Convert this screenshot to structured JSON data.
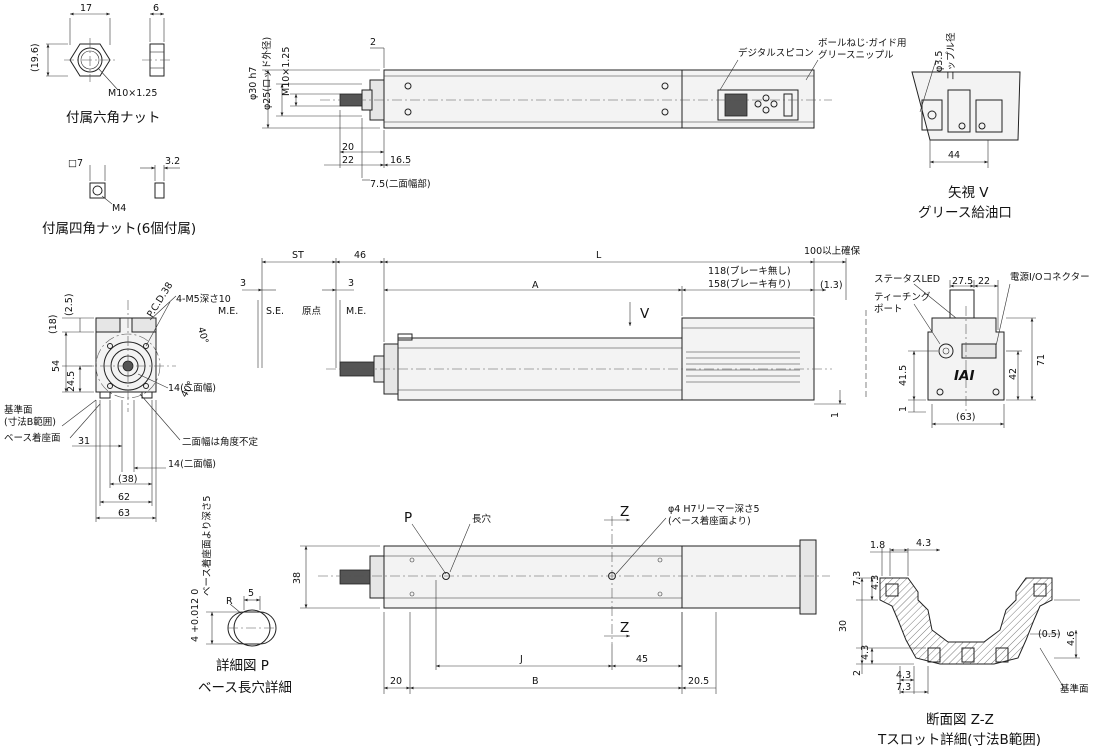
{
  "nut_hex": {
    "dim_width": "17",
    "dim_thickness": "6",
    "dim_height": "(19.6)",
    "thread": "M10×1.25",
    "caption": "付属六角ナット"
  },
  "nut_square": {
    "dim_size": "□7",
    "dim_thickness": "3.2",
    "thread": "M4",
    "caption": "付属四角ナット(6個付属)"
  },
  "top_view": {
    "dim_phi30": "φ30 h7",
    "dim_phi25": "φ25(ロッド外径)",
    "dim_m10": "M10×1.25",
    "dim_2": "2",
    "dim_20": "20",
    "dim_22": "22",
    "dim_16_5": "16.5",
    "dim_7_5": "7.5(二面幅部)",
    "label_spicon": "デジタルスピコン",
    "label_grease_1": "ボールねじ·ガイド用",
    "label_grease_2": "グリースニップル"
  },
  "view_v": {
    "dim_phi35": "φ3.5",
    "dim_nipple": "ニップル径",
    "dim_44": "44",
    "caption_1": "矢視 V",
    "caption_2": "グリース給油口"
  },
  "front_view": {
    "dim_st": "ST",
    "dim_46": "46",
    "dim_l": "L",
    "dim_100": "100以上確保",
    "dim_3a": "3",
    "dim_3b": "3",
    "label_me1": "M.E.",
    "label_se": "S.E.",
    "label_origin": "原点",
    "label_me2": "M.E.",
    "dim_a": "A",
    "dim_118": "118(ブレーキ無し)",
    "dim_158": "158(ブレーキ有り)",
    "dim_1_3": "(1.3)",
    "label_v": "V",
    "dim_1": "1"
  },
  "left_end_view": {
    "dim_pcd": "P.C.D.38",
    "dim_m5": "4-M5深さ10",
    "dim_2_5": "(2.5)",
    "dim_18": "(18)",
    "dim_54": "54",
    "dim_24_5": "24.5",
    "dim_40a": "40°",
    "dim_40b": "40°",
    "dim_14a": "14(二面幅)",
    "label_base1": "基準面",
    "label_base2": "(寸法B範囲)",
    "label_base3": "ベース着座面",
    "label_twoface": "二面幅は角度不定",
    "dim_31": "31",
    "dim_14b": "14(二面幅)",
    "dim_38": "(38)",
    "dim_62": "62",
    "dim_63": "63"
  },
  "right_end_view": {
    "label_status": "ステータスLED",
    "label_teach_1": "ティーチング",
    "label_teach_2": "ポート",
    "label_power": "電源I/Oコネクター",
    "dim_27_5": "27.5",
    "dim_22": "22",
    "dim_71": "71",
    "dim_42": "42",
    "dim_41_5": "41.5",
    "dim_1": "1",
    "dim_63": "(63)",
    "logo": "IAI"
  },
  "bottom_view": {
    "label_p": "P",
    "label_slot": "長穴",
    "label_z1": "Z",
    "label_z2": "Z",
    "label_hole_1": "φ4 H7リーマー深さ5",
    "label_hole_2": "(ベース着座面より)",
    "dim_38": "38",
    "dim_j": "J",
    "dim_45": "45",
    "dim_20": "20",
    "dim_b": "B",
    "dim_20_5": "20.5"
  },
  "detail_p": {
    "dim_depth": "ベース着座面より深さ5",
    "dim_tol": "4 +0.012 0",
    "dim_r": "R",
    "dim_5": "5",
    "caption_1": "詳細図 P",
    "caption_2": "ベース長穴詳細"
  },
  "section_zz": {
    "dim_1_8": "1.8",
    "dim_4_3a": "4.3",
    "dim_7_3a": "7.3",
    "dim_4_3b": "4.3",
    "dim_30": "30",
    "dim_4_3c": "4.3",
    "dim_2": "2",
    "dim_4_3d": "4.3",
    "dim_7_3b": "7.3",
    "dim_0_5": "(0.5)",
    "dim_4_6": "4.6",
    "label_base": "基準面",
    "caption_1": "断面図 Z-Z",
    "caption_2": "Tスロット詳細(寸法B範囲)"
  }
}
